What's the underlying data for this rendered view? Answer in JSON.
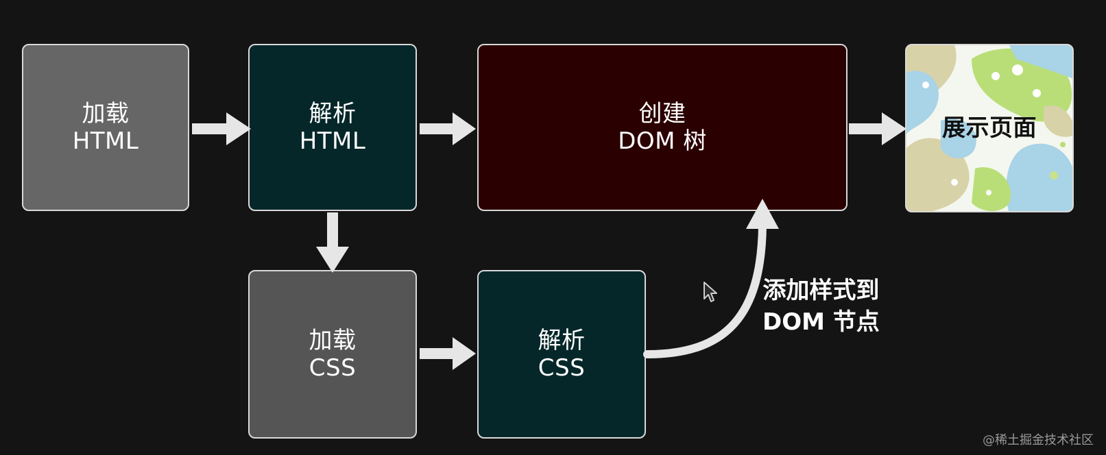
{
  "nodes": {
    "load_html": {
      "line1": "加载",
      "line2": "HTML"
    },
    "parse_html": {
      "line1": "解析",
      "line2": "HTML"
    },
    "create_dom": {
      "line1": "创建",
      "line2": "DOM 树"
    },
    "show_page": {
      "label": "展示页面"
    },
    "load_css": {
      "line1": "加载",
      "line2": "CSS"
    },
    "parse_css": {
      "line1": "解析",
      "line2": "CSS"
    }
  },
  "annotation": {
    "line1": "添加样式到",
    "line2": "DOM 节点"
  },
  "watermark": "@稀土掘金技术社区",
  "colors": {
    "background": "#141414",
    "load_box": "#666666",
    "parse_box": "#05272a",
    "dom_box": "#2b0000",
    "arrow": "#e6e6e6",
    "border": "#d9d9d9"
  },
  "icons": {
    "cursor": "mouse-pointer-icon"
  }
}
